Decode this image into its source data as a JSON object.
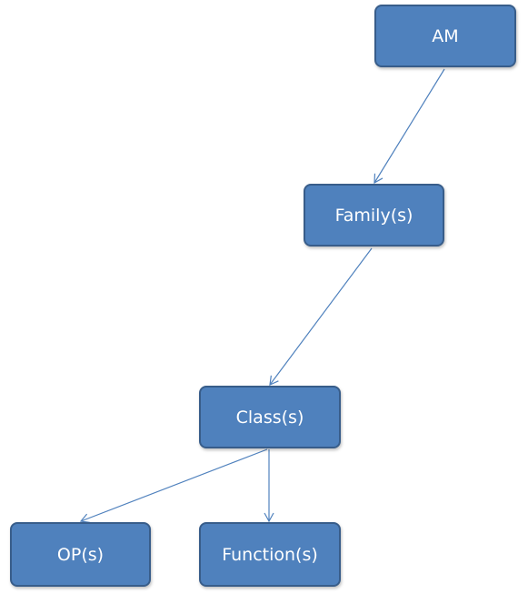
{
  "nodes": {
    "am": "AM",
    "family": "Family(s)",
    "class": "Class(s)",
    "op": "OP(s)",
    "function": "Function(s)"
  },
  "colors": {
    "node_fill": "#4f81bd",
    "node_border": "#385d8a",
    "edge": "#4f81bd",
    "text": "#ffffff"
  },
  "edges": [
    {
      "from": "am",
      "to": "family"
    },
    {
      "from": "family",
      "to": "class"
    },
    {
      "from": "class",
      "to": "op"
    },
    {
      "from": "class",
      "to": "function"
    }
  ]
}
